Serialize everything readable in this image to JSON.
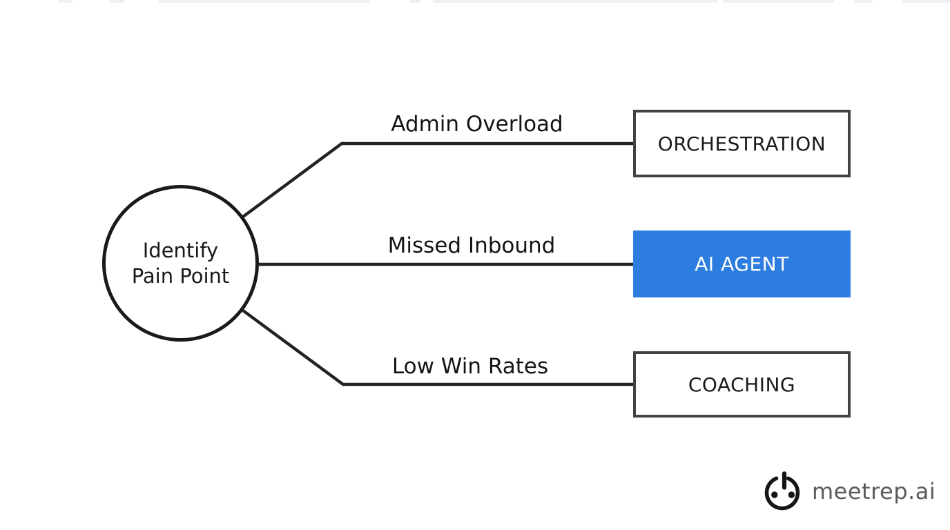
{
  "diagram": {
    "root": {
      "label_line1": "Identify",
      "label_line2": "Pain Point"
    },
    "branches": [
      {
        "label": "Admin Overload",
        "target": "ORCHESTRATION",
        "style": "outline"
      },
      {
        "label": "Missed Inbound",
        "target": "AI AGENT",
        "style": "filled"
      },
      {
        "label": "Low Win Rates",
        "target": "COACHING",
        "style": "outline"
      }
    ],
    "colors": {
      "line": "#222222",
      "circle_stroke": "#1a1a1a",
      "box_border": "#424242",
      "accent_blue": "#2d7ce0",
      "text": "#1c1c1c"
    }
  },
  "branding": {
    "logo_text": "meetrep.ai",
    "logo_icon": "power-button-face-icon",
    "logo_text_color": "#595a5c"
  },
  "artifact": {
    "color": "#f0f0f3",
    "segments": [
      [
        85,
        20
      ],
      [
        158,
        22
      ],
      [
        230,
        305
      ],
      [
        593,
        16
      ],
      [
        627,
        412
      ],
      [
        1047,
        162
      ],
      [
        1238,
        26
      ],
      [
        1306,
        70
      ]
    ]
  }
}
